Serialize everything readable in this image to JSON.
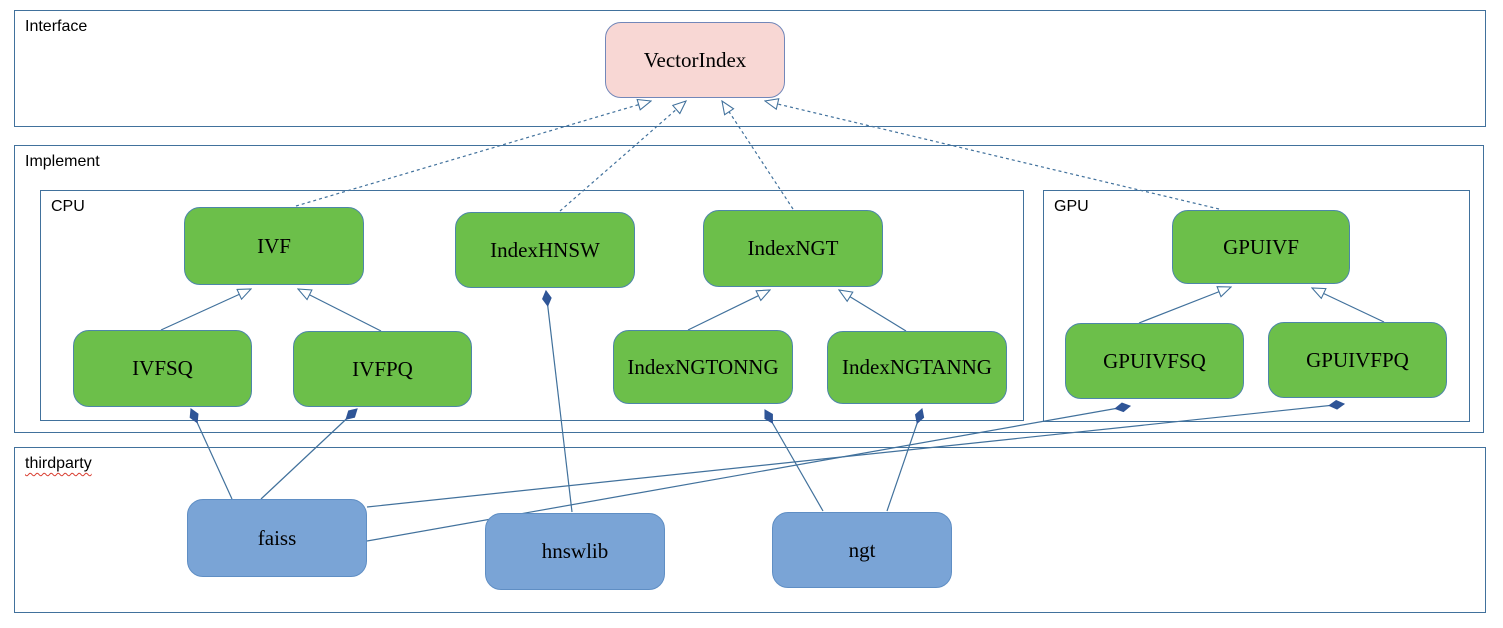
{
  "diagram": {
    "containers": {
      "interface": {
        "label": "Interface"
      },
      "implement": {
        "label": "Implement"
      },
      "cpu": {
        "label": "CPU"
      },
      "gpu": {
        "label": "GPU"
      },
      "thirdparty": {
        "label": "thirdparty"
      }
    },
    "nodes": {
      "vectorindex": {
        "label": "VectorIndex",
        "kind": "interface"
      },
      "ivf": {
        "label": "IVF",
        "kind": "implementation"
      },
      "indexhnsw": {
        "label": "IndexHNSW",
        "kind": "implementation"
      },
      "indexngt": {
        "label": "IndexNGT",
        "kind": "implementation"
      },
      "ivfsq": {
        "label": "IVFSQ",
        "kind": "implementation"
      },
      "ivfpq": {
        "label": "IVFPQ",
        "kind": "implementation"
      },
      "indexngtonng": {
        "label": "IndexNGTONNG",
        "kind": "implementation"
      },
      "indexngtanng": {
        "label": "IndexNGTANNG",
        "kind": "implementation"
      },
      "gpuivf": {
        "label": "GPUIVF",
        "kind": "implementation"
      },
      "gpuivfsq": {
        "label": "GPUIVFSQ",
        "kind": "implementation"
      },
      "gpuivfpq": {
        "label": "GPUIVFPQ",
        "kind": "implementation"
      },
      "faiss": {
        "label": "faiss",
        "kind": "thirdparty-lib"
      },
      "hnswlib": {
        "label": "hnswlib",
        "kind": "thirdparty-lib"
      },
      "ngt": {
        "label": "ngt",
        "kind": "thirdparty-lib"
      }
    },
    "relations": [
      {
        "from": "IVF",
        "to": "VectorIndex",
        "type": "realization-dashed-hollow-arrow"
      },
      {
        "from": "IndexHNSW",
        "to": "VectorIndex",
        "type": "realization-dashed-hollow-arrow"
      },
      {
        "from": "IndexNGT",
        "to": "VectorIndex",
        "type": "realization-dashed-hollow-arrow"
      },
      {
        "from": "GPUIVF",
        "to": "VectorIndex",
        "type": "realization-dashed-hollow-arrow"
      },
      {
        "from": "IVFSQ",
        "to": "IVF",
        "type": "generalization-hollow-arrow"
      },
      {
        "from": "IVFPQ",
        "to": "IVF",
        "type": "generalization-hollow-arrow"
      },
      {
        "from": "IndexNGTONNG",
        "to": "IndexNGT",
        "type": "generalization-hollow-arrow"
      },
      {
        "from": "IndexNGTANNG",
        "to": "IndexNGT",
        "type": "generalization-hollow-arrow"
      },
      {
        "from": "GPUIVFSQ",
        "to": "GPUIVF",
        "type": "generalization-hollow-arrow"
      },
      {
        "from": "GPUIVFPQ",
        "to": "GPUIVF",
        "type": "generalization-hollow-arrow"
      },
      {
        "from": "faiss",
        "to": "IVFSQ",
        "type": "composition-filled-diamond"
      },
      {
        "from": "faiss",
        "to": "IVFPQ",
        "type": "composition-filled-diamond"
      },
      {
        "from": "faiss",
        "to": "GPUIVFSQ",
        "type": "composition-filled-diamond"
      },
      {
        "from": "faiss",
        "to": "GPUIVFPQ",
        "type": "composition-filled-diamond"
      },
      {
        "from": "hnswlib",
        "to": "IndexHNSW",
        "type": "composition-filled-diamond"
      },
      {
        "from": "ngt",
        "to": "IndexNGTONNG",
        "type": "composition-filled-diamond"
      },
      {
        "from": "ngt",
        "to": "IndexNGTANNG",
        "type": "composition-filled-diamond"
      }
    ],
    "colors": {
      "container_border": "#41719c",
      "edge_line": "#41719c",
      "diamond_fill": "#2f5597",
      "interface_node_fill": "#f8d7d4",
      "implementation_node_fill": "#6cbf4a",
      "thirdparty_node_fill": "#7aa4d6",
      "spellcheck_underline": "#d83b2e",
      "text": "#000000"
    }
  }
}
